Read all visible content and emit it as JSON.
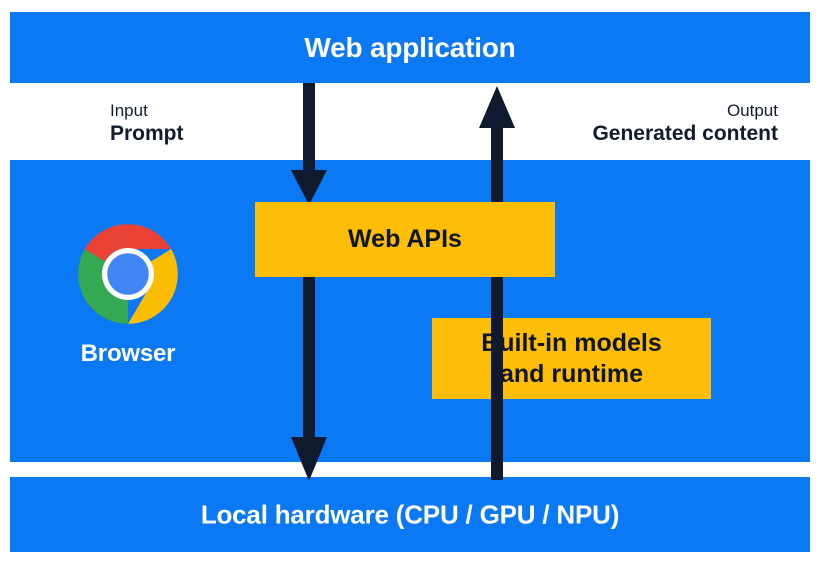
{
  "diagram": {
    "title": "Web application",
    "bands": {
      "top": {
        "label": "Web application"
      },
      "middle": {
        "browser_label": "Browser"
      },
      "bottom": {
        "label": "Local hardware (CPU / GPU / NPU)"
      }
    },
    "io": {
      "input": {
        "kind": "Input",
        "value": "Prompt"
      },
      "output": {
        "kind": "Output",
        "value": "Generated content"
      }
    },
    "boxes": [
      {
        "id": "web-apis",
        "label": "Web APIs"
      },
      {
        "id": "built-in-models",
        "line1": "Built-in models",
        "line2": "and runtime"
      }
    ],
    "icons": {
      "browser": "chrome-logo-icon",
      "down_arrow": "arrow-down-icon",
      "up_arrow": "arrow-up-icon"
    },
    "colors": {
      "band_blue": "#0b79f3",
      "box_yellow": "#febd06",
      "arrow_navy": "#101a2e",
      "text_dark": "#131c2e",
      "text_light": "#ffffff",
      "chrome_red": "#ea4335",
      "chrome_green": "#34a853",
      "chrome_yellow": "#fbbc04",
      "chrome_blue": "#4285f4",
      "page_background": "#ffffff"
    }
  }
}
